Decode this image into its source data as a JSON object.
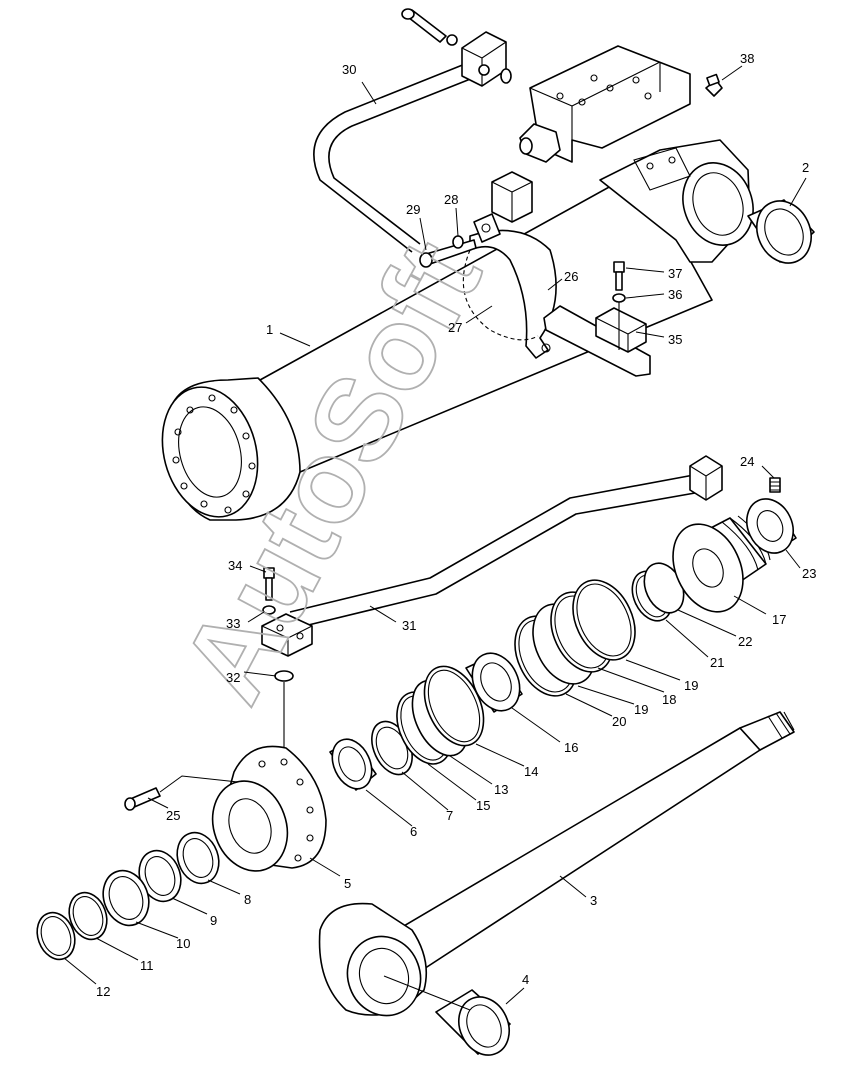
{
  "watermark": "AutoSoft",
  "callouts": [
    "1",
    "2",
    "3",
    "4",
    "5",
    "6",
    "7",
    "8",
    "9",
    "10",
    "11",
    "12",
    "13",
    "14",
    "15",
    "16",
    "17",
    "18",
    "19",
    "19",
    "20",
    "21",
    "22",
    "23",
    "24",
    "25",
    "26",
    "27",
    "28",
    "29",
    "30",
    "31",
    "32",
    "33",
    "34",
    "35",
    "36",
    "37",
    "38"
  ]
}
